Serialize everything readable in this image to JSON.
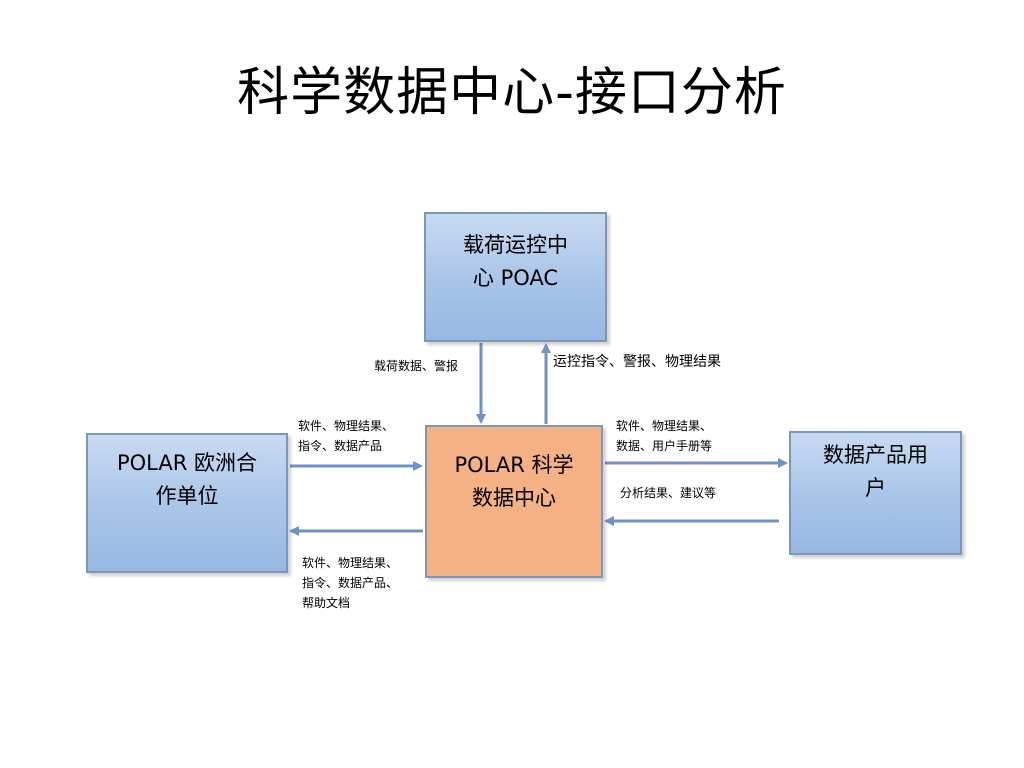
{
  "title": "科学数据中心-接口分析",
  "nodes": {
    "poac": {
      "line1": "载荷运控中",
      "line2": "心 POAC"
    },
    "europe": {
      "line1": "POLAR 欧洲合",
      "line2": "作单位"
    },
    "center": {
      "line1": "POLAR 科学",
      "line2": "数据中心"
    },
    "users": {
      "line1": "数据产品用",
      "line2": "户"
    }
  },
  "edges": {
    "poac_to_center": {
      "line1": "载荷数据、警报"
    },
    "center_to_poac": {
      "line1": "运控指令、警报、物理结果"
    },
    "europe_to_center": {
      "line1": "软件、物理结果、",
      "line2": "指令、数据产品"
    },
    "center_to_europe": {
      "line1": "软件、物理结果、",
      "line2": "指令、数据产品、",
      "line3": "帮助文档"
    },
    "center_to_users": {
      "line1": "软件、物理结果、",
      "line2": "数据、用户手册等"
    },
    "users_to_center": {
      "line1": "分析结果、建议等"
    }
  },
  "colors": {
    "node_blue": "#a8c4e8",
    "node_orange": "#f4b183",
    "arrow": "#6f93c4",
    "border": "#7e96b8"
  }
}
